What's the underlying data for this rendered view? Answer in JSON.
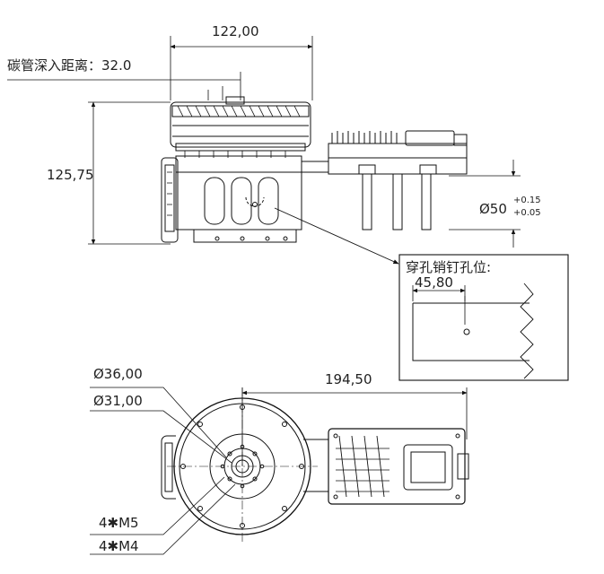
{
  "side_view": {
    "width_dim": "122,00",
    "height_dim": "125,75",
    "carbon_label": "碳管深入距离：32.0",
    "diameter_main": "Ø50",
    "tol_upper": "+0.15",
    "tol_lower": "+0.05"
  },
  "detail": {
    "title": "穿孔销钉孔位:",
    "offset_dim": "45,80"
  },
  "bottom_view": {
    "span_dim": "194,50",
    "d36": "Ø36,00",
    "d31": "Ø31,00",
    "m5": "4✱M5",
    "m4": "4✱M4"
  }
}
